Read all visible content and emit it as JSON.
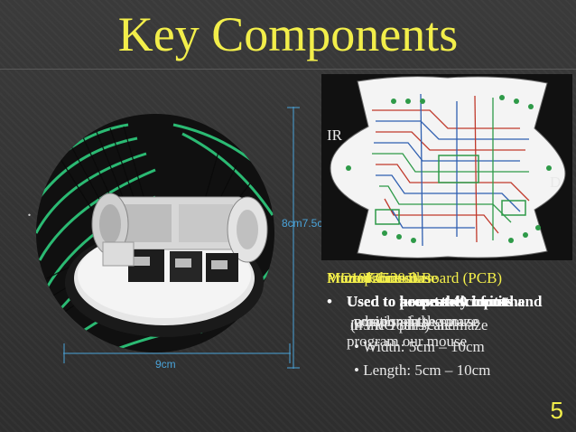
{
  "slide": {
    "title": "Key Components",
    "page_number": "5",
    "bullet_glyph": "•",
    "dot_glyph": "."
  },
  "labels": {
    "ir": "IR",
    "d": "D",
    "height": "8cm7.5cm",
    "width": "9cm"
  },
  "overlap": {
    "headings": [
      "Motor Controller",
      "Printed Circuit Board (PCB)",
      "Microprocessor",
      "Maze Fabric Base",
      "PIC18F4520"
    ],
    "bullets": [
      "Used to accurately turn the",
      "Used to keep track of its",
      "Used to house the circuits and",
      "Used to process 40 inputs"
    ],
    "sublines": [
      "wheels of the mouse",
      "position in the maze",
      "components",
      "program our mouse",
      "(45 I/O pins) and",
      "in the 18th-scale maze"
    ],
    "dims": [
      "Width: 5cm – 10cm",
      "Length: 5cm – 10cm"
    ]
  },
  "colors": {
    "title": "#f2ee4a",
    "dimension": "#4aa3d9",
    "pcb_green": "#2e9a48",
    "pcb_red": "#c0392b",
    "pcb_blue": "#2f5fb0"
  },
  "icons": {
    "robot": "micromouse-render",
    "pcb": "pcb-layout"
  }
}
